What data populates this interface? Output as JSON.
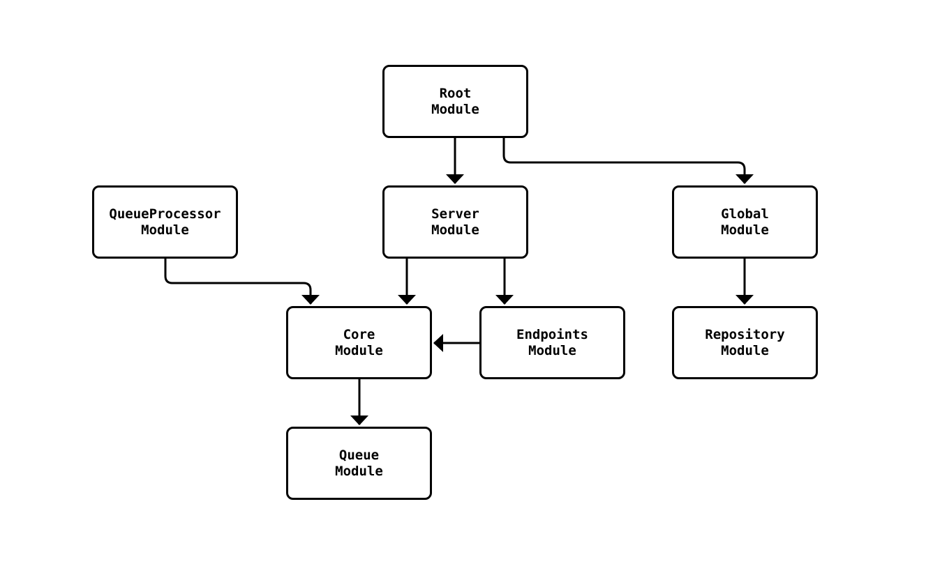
{
  "diagram": {
    "type": "module-dependency-flowchart",
    "background_color": "#ffffff",
    "line_color": "#000000",
    "nodes": [
      {
        "id": "root",
        "label": "Root\nModule"
      },
      {
        "id": "queueprocessor",
        "label": "QueueProcessor\nModule"
      },
      {
        "id": "server",
        "label": "Server\nModule"
      },
      {
        "id": "global",
        "label": "Global\nModule"
      },
      {
        "id": "core",
        "label": "Core\nModule"
      },
      {
        "id": "endpoints",
        "label": "Endpoints\nModule"
      },
      {
        "id": "repository",
        "label": "Repository\nModule"
      },
      {
        "id": "queue",
        "label": "Queue\nModule"
      }
    ],
    "edges": [
      {
        "from": "Root Module",
        "to": "Server Module"
      },
      {
        "from": "Root Module",
        "to": "Global Module"
      },
      {
        "from": "QueueProcessor Module",
        "to": "Core Module"
      },
      {
        "from": "Server Module",
        "to": "Core Module"
      },
      {
        "from": "Server Module",
        "to": "Endpoints Module"
      },
      {
        "from": "Endpoints Module",
        "to": "Core Module"
      },
      {
        "from": "Global Module",
        "to": "Repository Module"
      },
      {
        "from": "Core Module",
        "to": "Queue Module"
      }
    ]
  }
}
